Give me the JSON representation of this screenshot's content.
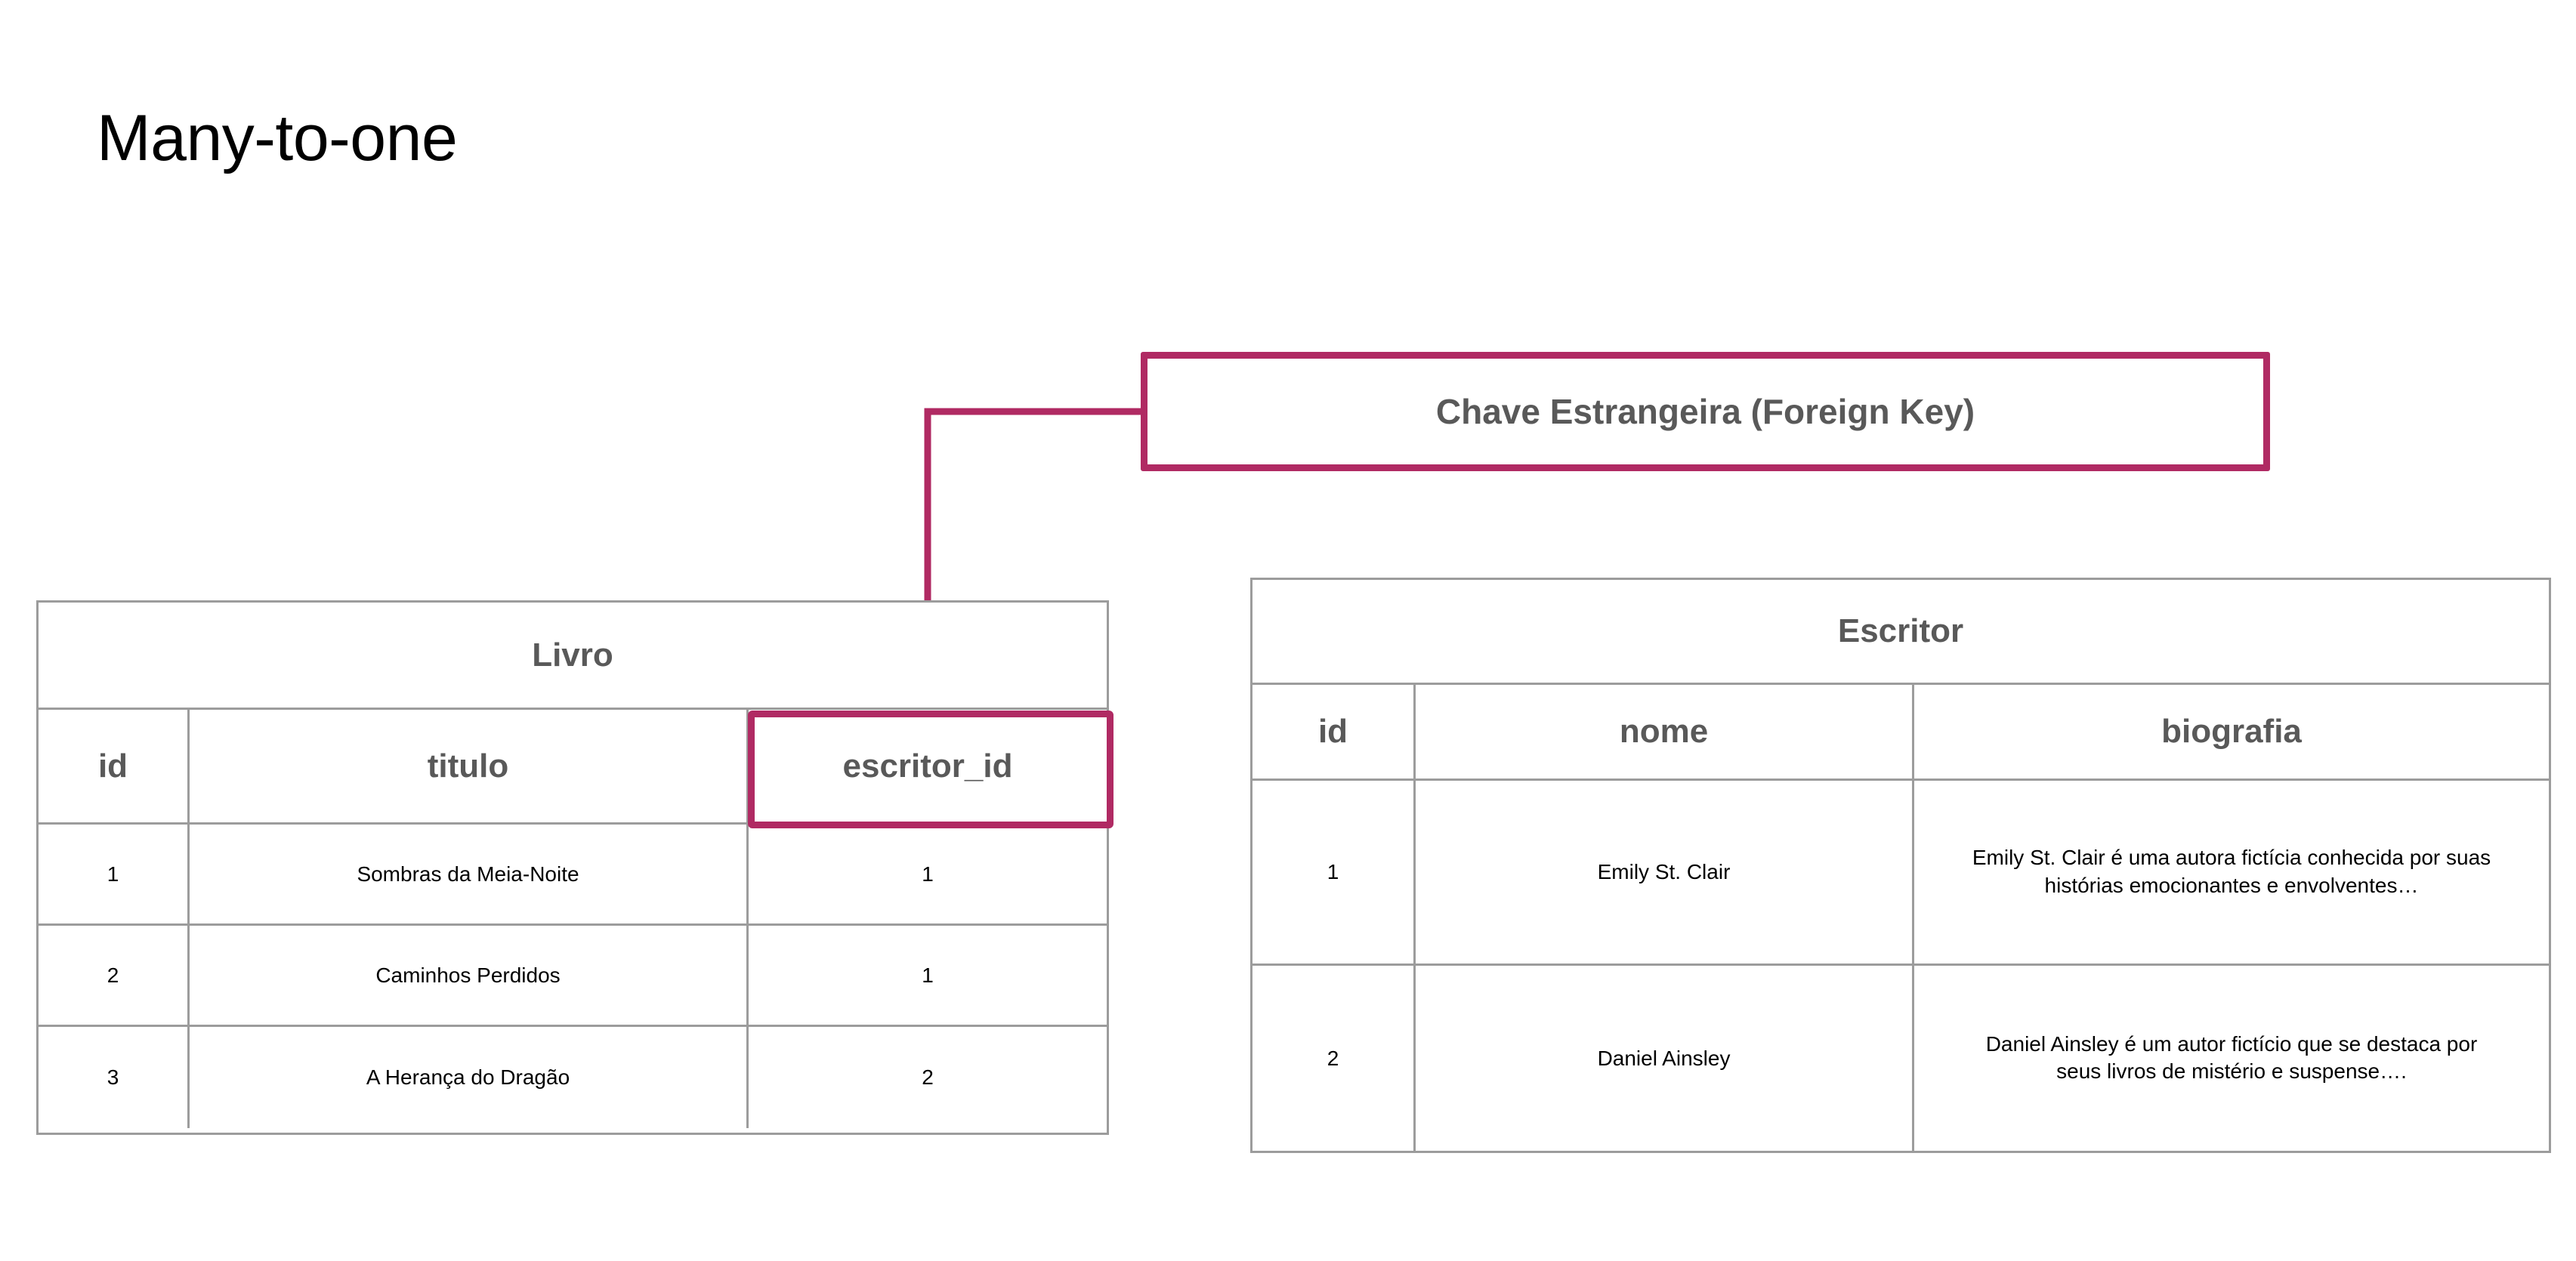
{
  "slide": {
    "title": "Many-to-one",
    "accent_color": "#b02a63",
    "table_border_color": "#9c9c9c",
    "header_text_color": "#595959",
    "body_text_color": "#000000",
    "background_color": "#ffffff"
  },
  "callout": {
    "label": "Chave Estrangeira (Foreign Key)",
    "target_column": "escritor_id"
  },
  "tables": [
    {
      "name": "livro",
      "title": "Livro",
      "columns": [
        "id",
        "titulo",
        "escritor_id"
      ],
      "highlighted_column": "escritor_id",
      "rows": [
        [
          "1",
          "Sombras da Meia-Noite",
          "1"
        ],
        [
          "2",
          "Caminhos Perdidos",
          "1"
        ],
        [
          "3",
          "A Herança do Dragão",
          "2"
        ]
      ]
    },
    {
      "name": "escritor",
      "title": "Escritor",
      "columns": [
        "id",
        "nome",
        "biografia"
      ],
      "rows": [
        [
          "1",
          "Emily St. Clair",
          "Emily St. Clair é uma autora fictícia conhecida por suas histórias emocionantes e envolventes…"
        ],
        [
          "2",
          "Daniel Ainsley",
          "Daniel Ainsley é um autor fictício que se destaca por seus livros de mistério e suspense…."
        ]
      ]
    }
  ]
}
